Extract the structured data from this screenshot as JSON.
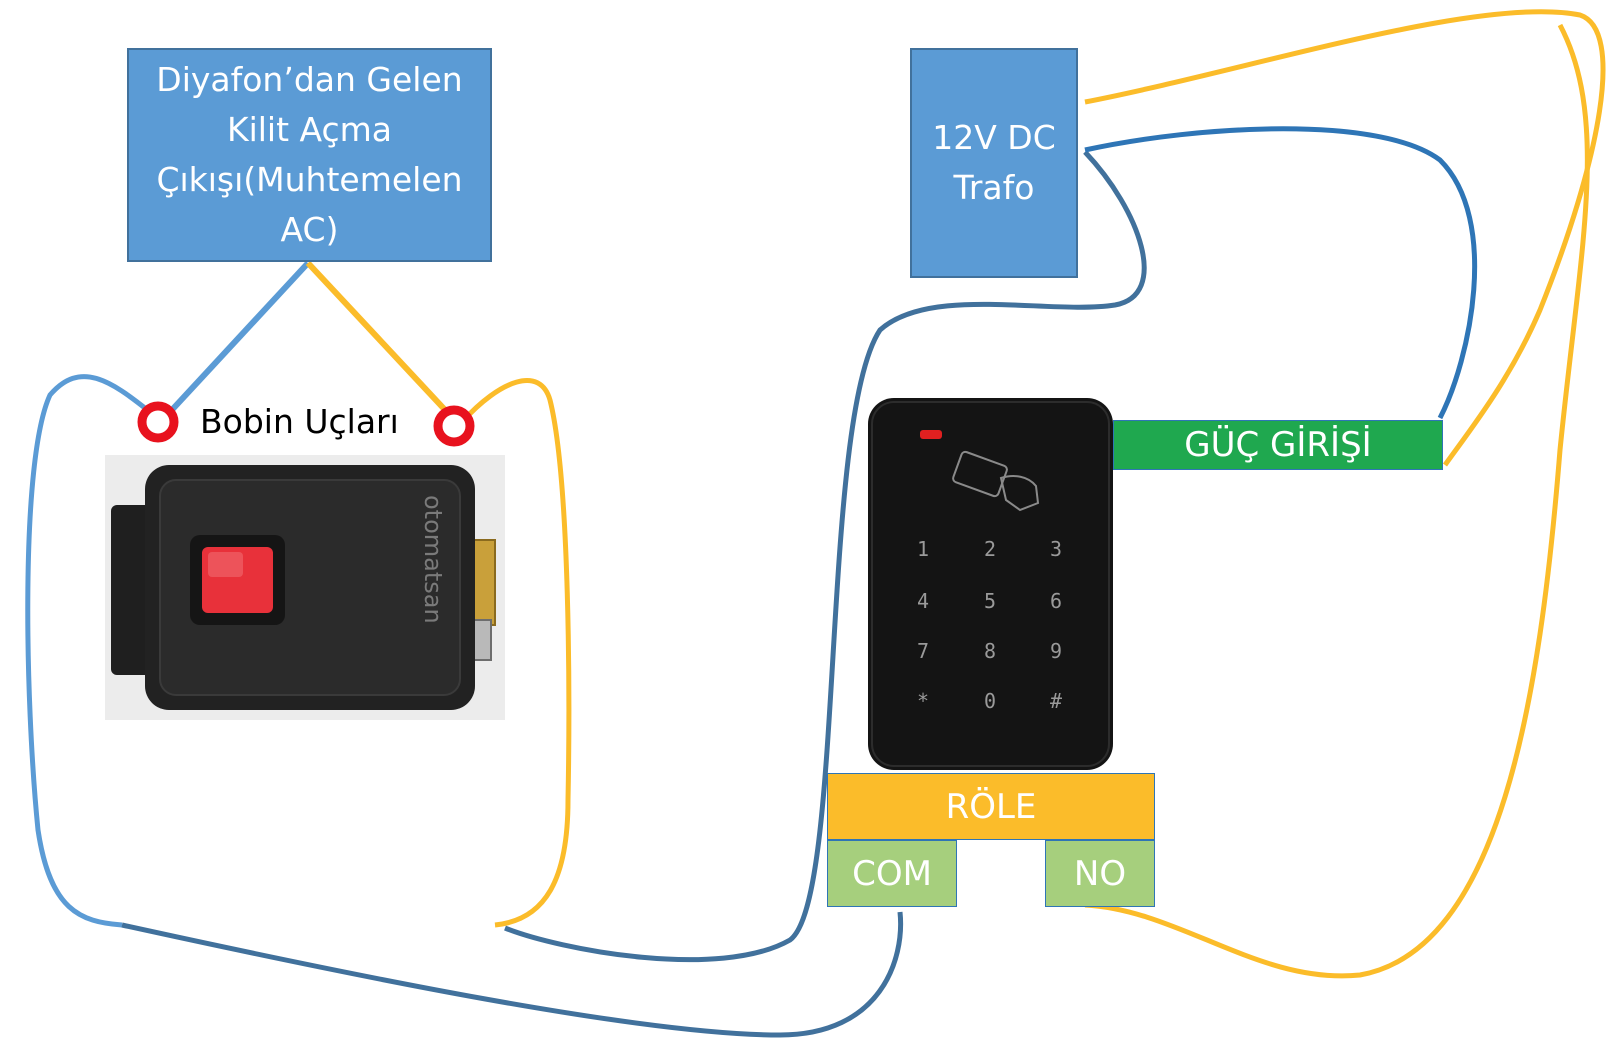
{
  "intercom_box": {
    "lines": [
      "Diyafon’dan Gelen",
      "Kilit Açma",
      "Çıkışı(Muhtemelen",
      "AC)"
    ]
  },
  "transformer_box": {
    "lines": [
      "12V DC",
      "Trafo"
    ]
  },
  "coil_label": "Bobin Uçları",
  "power_input_label": "GÜÇ GİRİŞİ",
  "relay_label": "RÖLE",
  "com_label": "COM",
  "no_label": "NO",
  "lock_brand": "otomatsan",
  "keypad_keys": [
    "1",
    "2",
    "3",
    "4",
    "5",
    "6",
    "7",
    "8",
    "9",
    "*",
    "0",
    "#"
  ],
  "colors": {
    "box_blue": "#5b9bd5",
    "power_green": "#1fa84f",
    "relay_orange": "#fbbc2a",
    "terminal_green": "#a6cf7d",
    "wire_light_blue": "#5b9bd5",
    "wire_dark_blue": "#41719c",
    "wire_blue": "#2e75b6",
    "wire_orange": "#fbbc2a"
  }
}
